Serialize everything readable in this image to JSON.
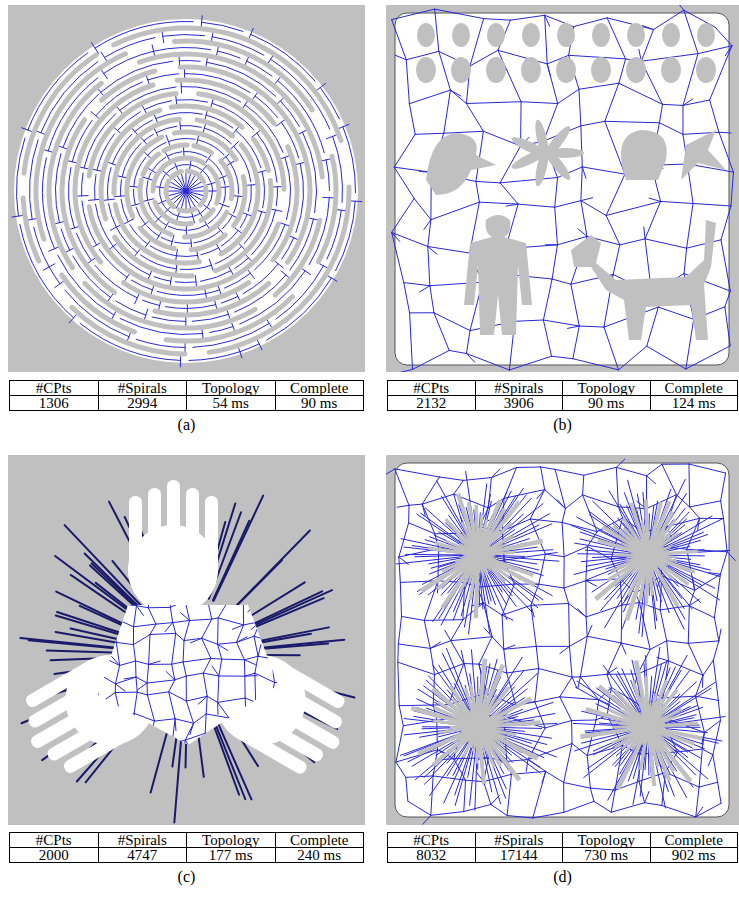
{
  "diagram": {
    "labels": [
      "#CPts",
      "#Spirals",
      "Topology",
      "Complete",
      "1306",
      "2994",
      "54 ms",
      "90 ms",
      "(a)",
      "#CPts",
      "#Spirals",
      "Topology",
      "Complete",
      "2132",
      "3906",
      "90 ms",
      "124 ms",
      "(b)",
      "#CPts",
      "#Spirals",
      "Topology",
      "Complete",
      "2000",
      "4747",
      "177 ms",
      "240 ms",
      "(c)",
      "#CPts",
      "#Spirals",
      "Topology",
      "Complete",
      "8032",
      "17144",
      "730 ms",
      "902 ms",
      "(d)"
    ]
  }
}
